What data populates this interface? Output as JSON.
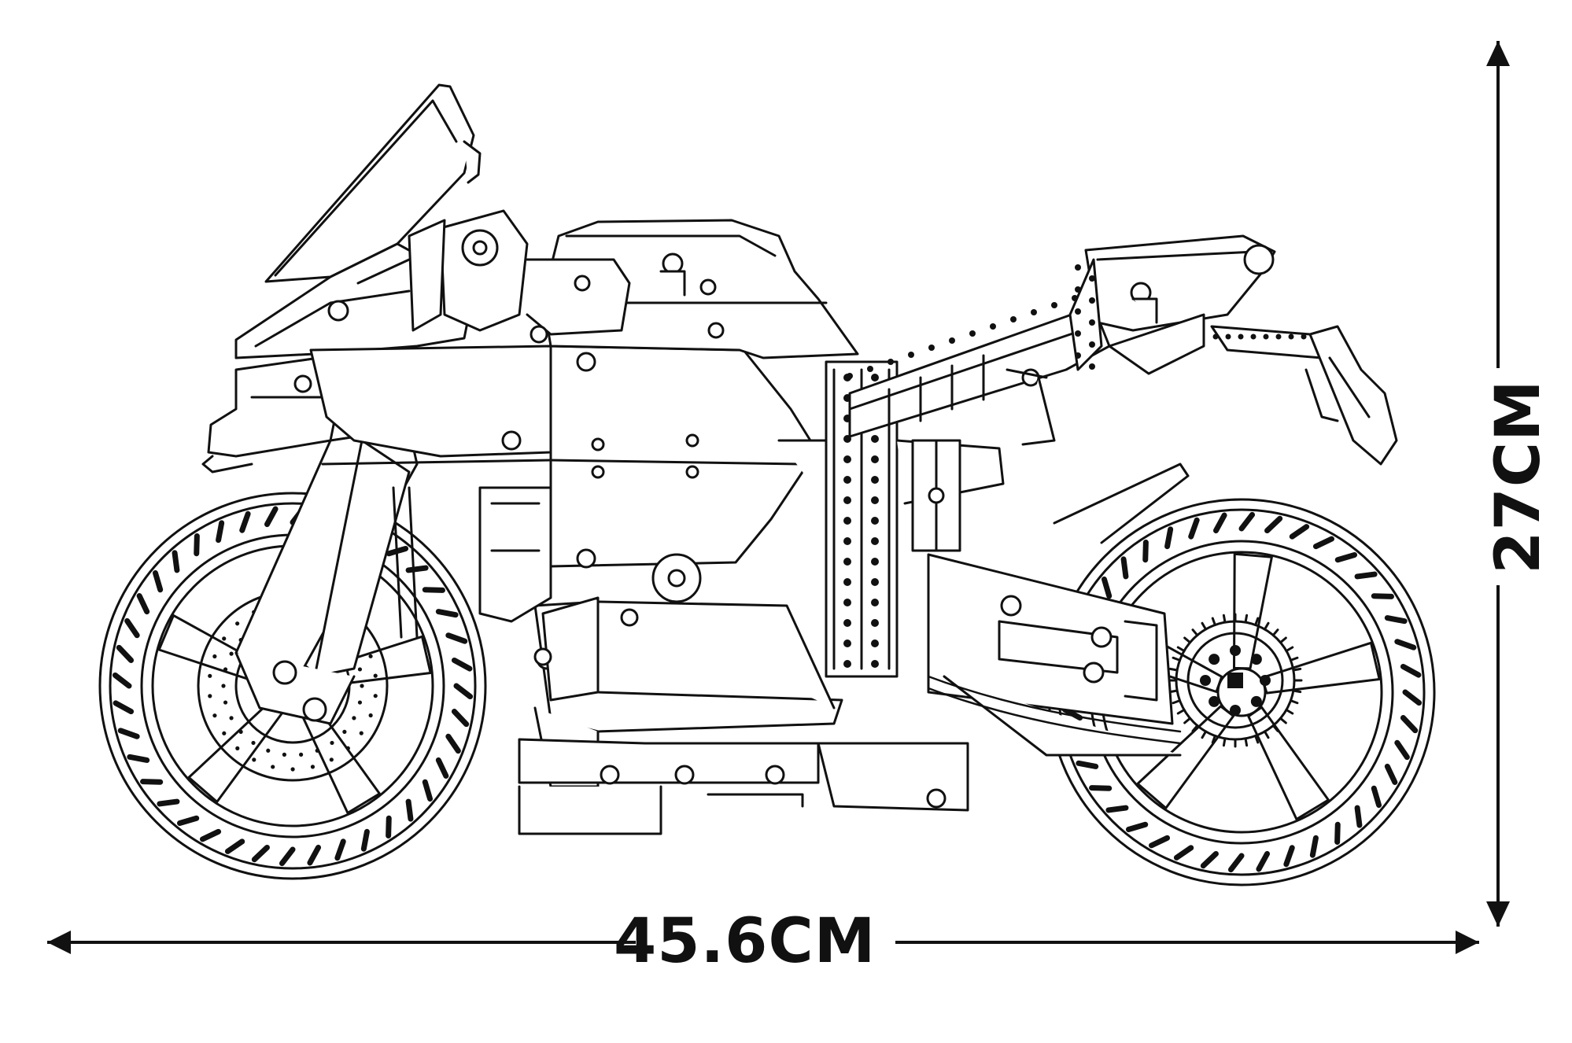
{
  "dimensions": {
    "width_label": "45.6CM",
    "height_label": "27CM"
  },
  "colors": {
    "line": "#111111",
    "fill": "#ffffff"
  },
  "illustration": {
    "subject": "motorcycle-line-drawing"
  }
}
